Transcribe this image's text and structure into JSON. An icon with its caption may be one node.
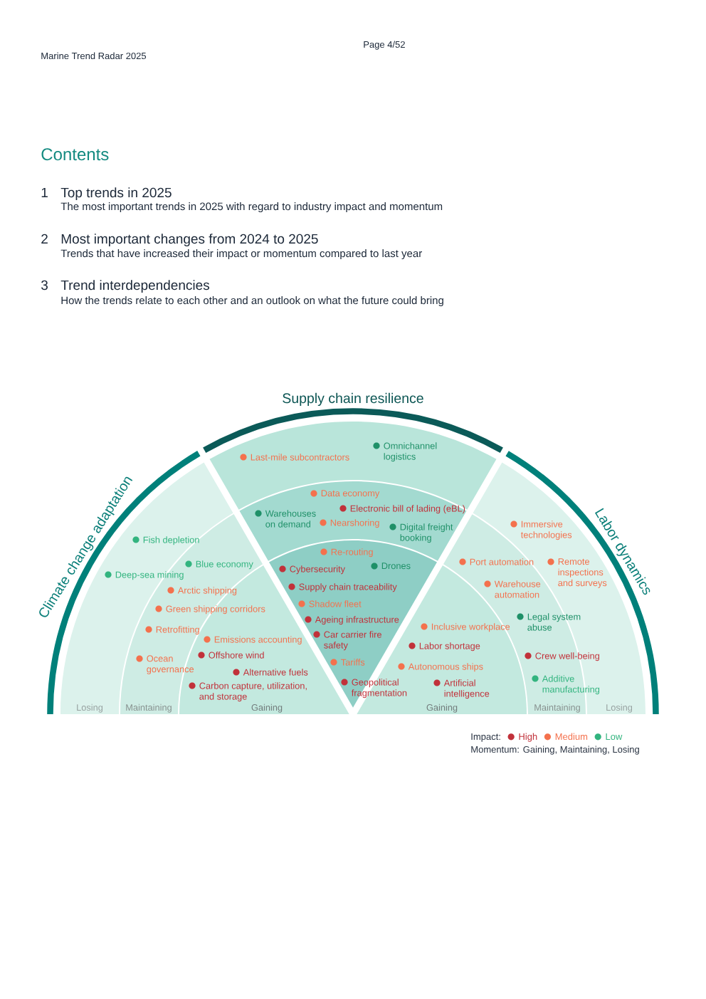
{
  "diagram": {
    "title": "Contents",
    "nodes": [
      {
        "text": [
          "Climate change adaptation"
        ]
      },
      {
        "text": [
          "Losing"
        ],
        "in": 0
      },
      {
        "text": [
          "Fish depletion"
        ],
        "in": 1
      },
      {
        "text": [
          "Deep-sea mining"
        ],
        "in": 1
      },
      {
        "text": [
          "Maintaining"
        ],
        "in": 0
      },
      {
        "text": [
          "Blue economy"
        ],
        "in": 4
      },
      {
        "text": [
          "Arctic shipping"
        ],
        "in": 4
      },
      {
        "text": [
          "Green shipping corridors"
        ],
        "in": 4
      },
      {
        "text": [
          "Retrofitting"
        ],
        "in": 4
      },
      {
        "text": [
          "Ocean governance"
        ],
        "in": 4
      },
      {
        "text": [
          "Gaining"
        ],
        "in": 0
      },
      {
        "text": [
          "Emissions accounting"
        ],
        "in": 10
      },
      {
        "text": [
          "Offshore wind"
        ],
        "in": 10
      },
      {
        "text": [
          "Alternative fuels"
        ],
        "in": 10
      },
      {
        "text": [
          "Carbon capture, utilization, and storage"
        ],
        "in": 10
      },
      {
        "text": [
          "Supply chain resilience"
        ]
      },
      {
        "text": [],
        "shape": "band",
        "in": 15
      },
      {
        "text": [
          "Last-mile subcontractors"
        ]
      },
      {
        "text": [
          "Omnichannel logistics"
        ],
        "in": 16
      },
      {
        "text": [],
        "shape": "band",
        "in": 15
      },
      {
        "text": [
          "Data economy"
        ]
      },
      {
        "text": [
          "Warehouses on demand"
        ]
      },
      {
        "text": [
          "Electronic bill of lading (eBL)"
        ]
      },
      {
        "text": [
          "Nearshoring"
        ]
      },
      {
        "text": [
          "Digital freight booking"
        ]
      },
      {
        "text": [],
        "shape": "band",
        "in": 15
      },
      {
        "text": [
          "Re-routing"
        ]
      },
      {
        "text": [
          "Cybersecurity"
        ]
      },
      {
        "text": [
          "Drones"
        ]
      },
      {
        "text": [
          "Supply chain traceability"
        ]
      },
      {
        "text": [
          "Shadow fleet"
        ]
      },
      {
        "text": [
          "Ageing infrastructure"
        ]
      },
      {
        "text": [
          "Car carrier fire safety"
        ]
      },
      {
        "text": [
          "Tariffs"
        ]
      },
      {
        "text": [
          "Geopolitical fragmentation"
        ]
      },
      {
        "text": [
          "Labor dynamics"
        ]
      },
      {
        "text": [
          "Gaining"
        ],
        "in": 35
      },
      {
        "text": [
          "Inclusive workplace"
        ],
        "in": 36
      },
      {
        "text": [
          "Labor shortage"
        ],
        "in": 36
      },
      {
        "text": [
          "Autonomous ships"
        ],
        "in": 36
      },
      {
        "text": [
          "Artificial intelligence"
        ],
        "in": 36
      },
      {
        "text": [
          "Maintaining"
        ],
        "in": 35
      },
      {
        "text": [
          "Port automation"
        ]
      },
      {
        "text": [
          "Warehouse automation"
        ]
      },
      {
        "text": [
          "Legal system abuse"
        ],
        "in": 41
      },
      {
        "text": [
          "Crew well-being"
        ],
        "in": 41
      },
      {
        "text": [
          "Additive manufacturing"
        ],
        "in": 41
      },
      {
        "text": [
          "Losing"
        ],
        "in": 35
      },
      {
        "text": [
          "Immersive technologies"
        ],
        "in": 47
      },
      {
        "text": [
          "Remote inspections and surveys"
        ],
        "in": 47
      }
    ],
    "labels": [
      "Marine Trend Radar 2025",
      "Page 4/52",
      "1",
      "Top trends in 2025",
      "The most important trends in 2025 with regard to industry impact and momentum",
      "2",
      "Most important changes from 2024 to 2025",
      "Trends that have increased their impact or momentum compared to last year",
      "3",
      "Trend interdependencies",
      "How the trends relate to each other and an outlook on what the future could bring",
      "Impact:",
      "Momentum: Gaining, Maintaining, Losing"
    ],
    "legend": [
      {
        "text": "High",
        "color": "#c1313a"
      },
      {
        "text": "Medium",
        "color": "#f4714d"
      },
      {
        "text": "Low",
        "color": "#32b47f"
      }
    ]
  }
}
